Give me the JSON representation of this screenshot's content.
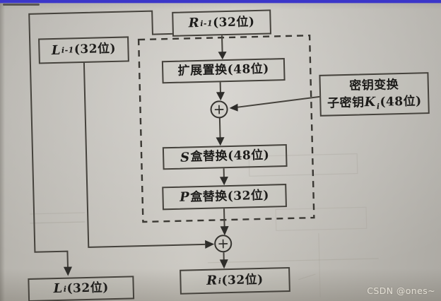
{
  "colors": {
    "top_bar": "#3b36c9",
    "paper": "#c6c3bc",
    "line": "#45423c",
    "text": "#1d1c1a",
    "watermark_text": "#e9e5db"
  },
  "watermark": {
    "label": "CSDN @ones~"
  },
  "diagram": {
    "r_prev": {
      "variable": "R",
      "subscript": "i-1",
      "suffix": "(32位)"
    },
    "l_prev": {
      "variable": "L",
      "subscript": "i-1",
      "suffix": "(32位)"
    },
    "expansion": {
      "label": "扩展置换(48位)"
    },
    "key_transform": {
      "line1": "密钥变换",
      "line2_prefix": "子密钥",
      "line2_variable": "K",
      "line2_subscript": "i",
      "line2_suffix": "(48位)"
    },
    "s_box": {
      "variable": "S",
      "suffix": "盒替换(48位)"
    },
    "p_box": {
      "variable": "P",
      "suffix": "盒替换(32位)"
    },
    "l_next": {
      "variable": "L",
      "subscript": "i",
      "suffix": "(32位)"
    },
    "r_next": {
      "variable": "R",
      "subscript": "i",
      "suffix": "(32位)"
    },
    "xor_symbol": "+"
  }
}
